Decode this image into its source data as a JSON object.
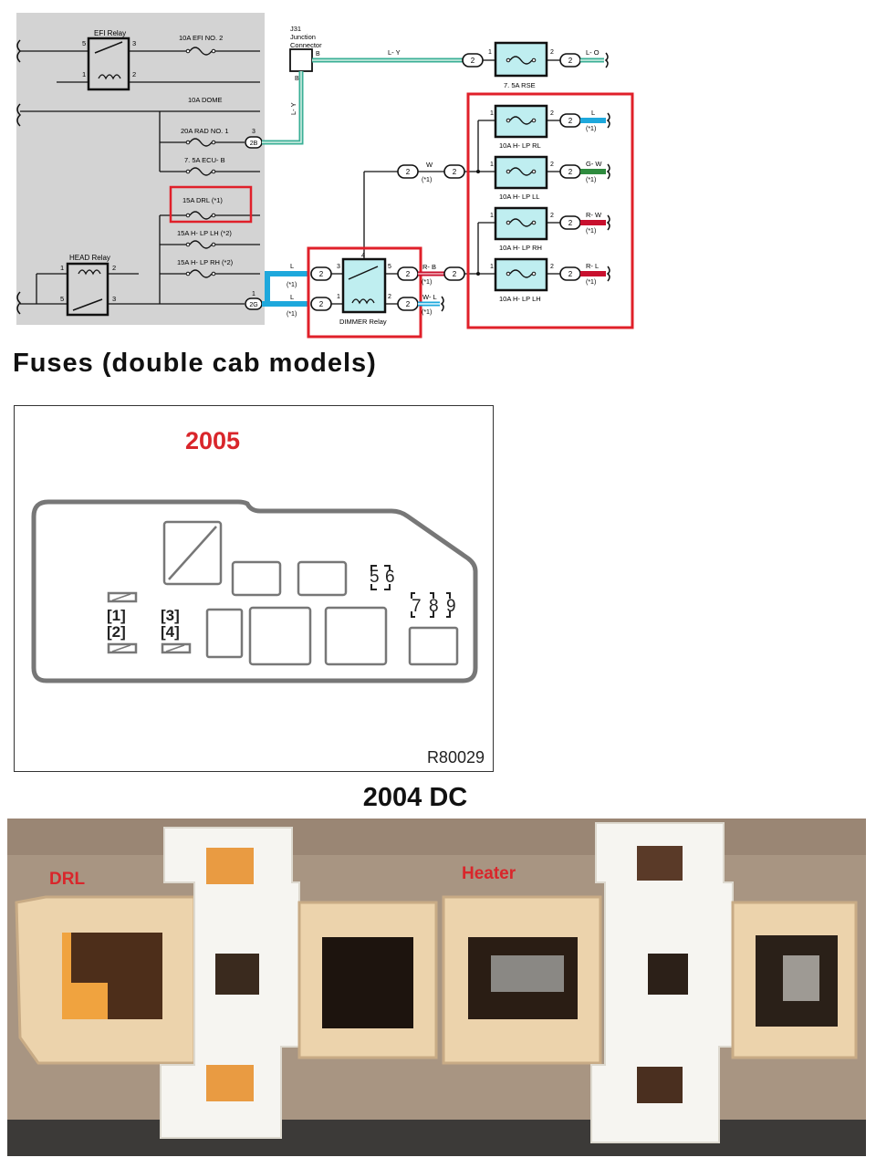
{
  "colors": {
    "grey_panel": "#d3d3d3",
    "highlight": "#e0202a",
    "wire_cyan": "#1ea8dc",
    "wire_teal": "#3aaf96",
    "wire_green": "#2e8b3e",
    "wire_red": "#c8102e",
    "relay_fill": "#bfeef0"
  },
  "wiring": {
    "efi_relay": "EFI Relay",
    "efi_pin5": "5",
    "efi_pin3": "3",
    "efi_pin1": "1",
    "efi_pin2": "2",
    "fuse_efi2": "10A EFI NO. 2",
    "fuse_dome": "10A DOME",
    "fuse_rad1": "20A RAD NO. 1",
    "fuse_ecub": "7. 5A ECU- B",
    "fuse_drl": "15A DRL (*1)",
    "fuse_hlp_lh2": "15A H- LP LH (*2)",
    "fuse_hlp_rh2": "15A H- LP RH (*2)",
    "head_relay": "HEAD Relay",
    "head_pin1": "1",
    "head_pin2": "2",
    "head_pin5": "5",
    "head_pin3": "3",
    "j31": [
      "J31",
      "Junction",
      "Connector"
    ],
    "j31_b_top": "B",
    "j31_b_bottom": "B",
    "wire_ly": "L- Y",
    "wire_ly_v": "L- Y",
    "conn_2b": "2B",
    "conn_2b_pin": "3",
    "conn_2g": "2G",
    "conn_2g_pin": "1",
    "conn_2": "2",
    "fuse_rse": "7. 5A RSE",
    "wire_lo": "L- O",
    "pin1": "1",
    "pin2": "2",
    "wire_w": "W",
    "star1": "(*1)",
    "fuse_rl": "10A H- LP RL",
    "fuse_ll": "10A H- LP LL",
    "fuse_rh": "10A H- LP RH",
    "fuse_lh": "10A H- LP LH",
    "wire_l": "L",
    "wire_gw": "G- W",
    "wire_rw": "R- W",
    "wire_rl": "R- L",
    "wire_rb": "R- B",
    "wire_wl": "W- L",
    "dimmer_relay": "DIMMER Relay",
    "dim_pin4": "4",
    "dim_pin3": "3",
    "dim_pin5": "5",
    "dim_pin1": "1",
    "dim_pin2": "2"
  },
  "section_title": "Fuses (double cab models)",
  "fusebox": {
    "year": "2005",
    "code": "R80029",
    "slot_labels": [
      "5",
      "6",
      "7",
      "8",
      "9"
    ],
    "slots_left": [
      "[1]",
      "[2]",
      "[3]",
      "[4]"
    ]
  },
  "photo": {
    "title": "2004 DC",
    "label_drl": "DRL",
    "label_heater": "Heater"
  }
}
